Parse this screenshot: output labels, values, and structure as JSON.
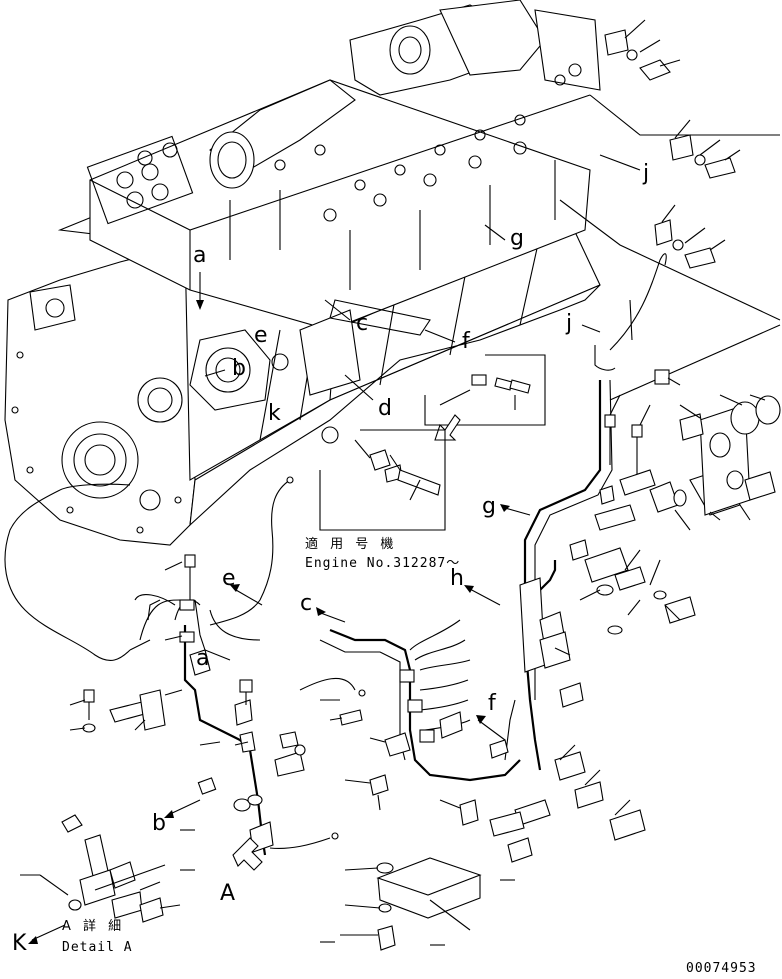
{
  "drawing_number": "00074953",
  "applicable_note": {
    "jp": "適 用 号 機",
    "en": "Engine No.312287～"
  },
  "detail": {
    "jp": "A 詳 細",
    "en": "Detail A",
    "view_letter": "A"
  },
  "callout_letters": {
    "a1": "a",
    "a2": "a",
    "b1": "b",
    "b2": "b",
    "c1": "c",
    "c2": "c",
    "d": "d",
    "e1": "e",
    "e2": "e",
    "f1": "f",
    "f2": "f",
    "g1": "g",
    "g2": "g",
    "h": "h",
    "j1": "j",
    "j2": "j",
    "k1": "k",
    "k2": "K",
    "big_a": "A"
  }
}
